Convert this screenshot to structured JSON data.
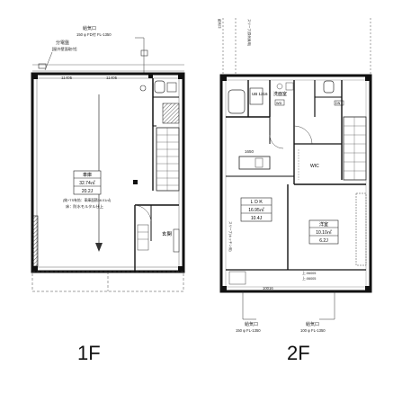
{
  "floors": [
    {
      "id": "1f",
      "label": "1F",
      "top_note_1": "給気口",
      "top_note_2": "150 φ FD付 FL-1350",
      "left_note_1": "分電盤",
      "left_note_2": "[屋外壁面取付]",
      "dim_top_1": "11405",
      "dim_top_2": "11405",
      "room_name": "車庫",
      "room_area": "32.74㎡",
      "room_tatami": "20.2J",
      "note_1": "(純+TS有効：車庫面積36.01㎡)",
      "note_2": "床：防水モルタル仕上",
      "entrance": "玄関"
    },
    {
      "id": "2f",
      "label": "2F",
      "bath_code": "UB 1216",
      "washroom": "洗面室",
      "washroom_code": "WD",
      "toilet_code": "DN",
      "kitchen_dim": "1650",
      "wic": "WIC",
      "ldk_name": "ＬＤＫ",
      "ldk_area": "16.95㎡",
      "ldk_tatami": "10.4J",
      "western_name": "洋室",
      "western_area": "10.10㎡",
      "western_tatami": "6.2J",
      "balcony_dim": "10016",
      "height_note_1": "上:06005",
      "height_note_2": "上:06005",
      "vent_left_1": "給気口",
      "vent_left_2": "150 φ FL-1350",
      "vent_right_1": "給気口",
      "vent_right_2": "100 φ FL-1350",
      "side_text": "スリーブ(キッチン用)",
      "top_col_text": "スリーブ(換気扇用)"
    }
  ]
}
